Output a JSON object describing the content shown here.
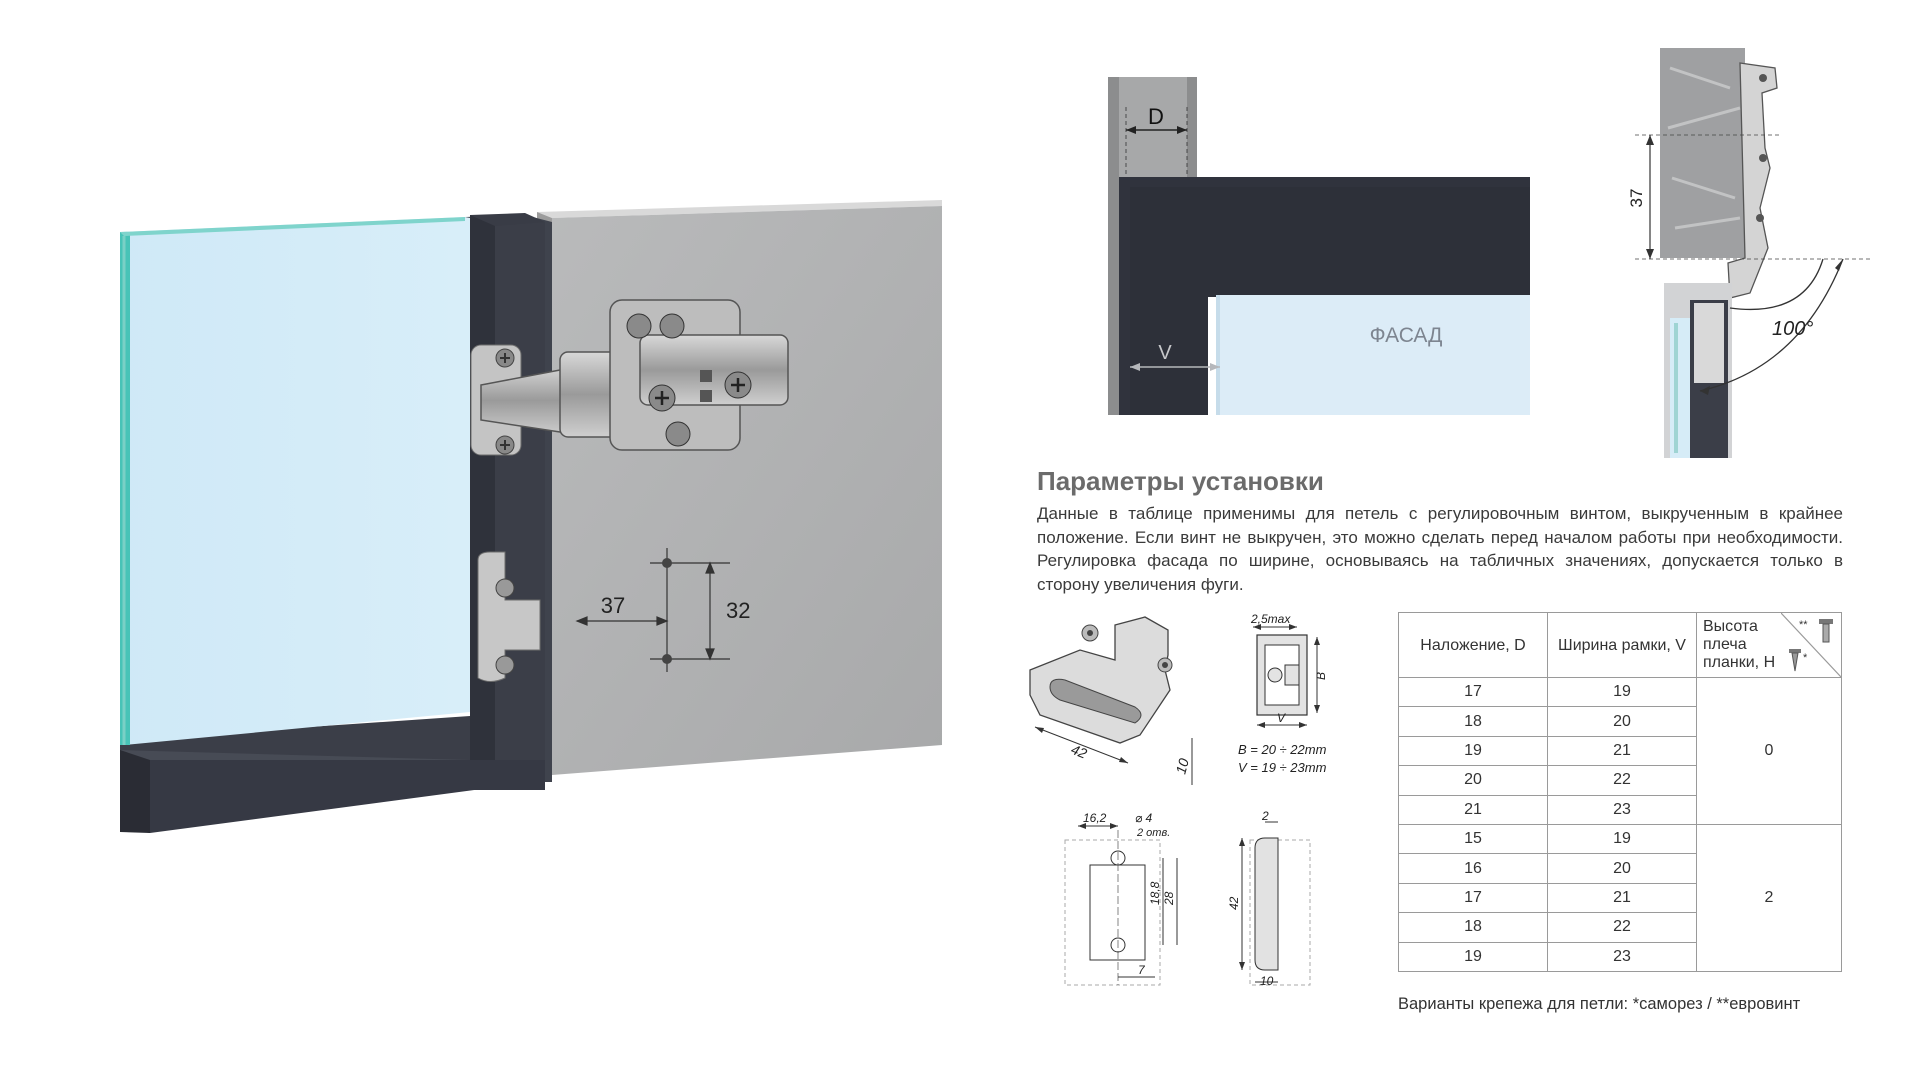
{
  "left_illustration": {
    "dim_horizontal": "37",
    "dim_vertical": "32"
  },
  "section_diagram": {
    "label_d": "D",
    "label_v": "V",
    "label_facade": "ФАСАД"
  },
  "angle_diagram": {
    "dim_height": "37",
    "angle": "100°"
  },
  "parameters": {
    "title": "Параметры установки",
    "description": "Данные в таблице применимы для петель с регулировочным винтом, выкрученным в крайнее положение. Если винт не выкручен, это можно сделать перед началом работы при необходимости. Регулировка фасада по ширине, основываясь на табличных значениях, допускается только в сторону увеличения фуги."
  },
  "plate_drawing": {
    "dim_42": "42",
    "dim_10": "10"
  },
  "profile_drawing": {
    "dim_top": "2,5max",
    "dim_b": "B",
    "dim_v": "V",
    "range_b": "B = 20 ÷ 22mm",
    "range_v": "V = 19 ÷ 23mm"
  },
  "holes_drawing": {
    "dim_16_2": "16,2",
    "dim_hole": "⌀ 4",
    "dim_holes_count": "2 отв.",
    "dim_18_8": "18,8",
    "dim_28": "28",
    "dim_7": "7"
  },
  "side_drawing": {
    "dim_2": "2",
    "dim_42": "42",
    "dim_10": "10"
  },
  "table": {
    "headers": [
      "Наложение, D",
      "Ширина рамки, V",
      "Высота плеча планки, H"
    ],
    "header_markers": [
      "**",
      "*"
    ],
    "groups": [
      {
        "h": "0",
        "rows": [
          [
            "17",
            "19"
          ],
          [
            "18",
            "20"
          ],
          [
            "19",
            "21"
          ],
          [
            "20",
            "22"
          ],
          [
            "21",
            "23"
          ]
        ]
      },
      {
        "h": "2",
        "rows": [
          [
            "15",
            "19"
          ],
          [
            "16",
            "20"
          ],
          [
            "17",
            "21"
          ],
          [
            "18",
            "22"
          ],
          [
            "19",
            "23"
          ]
        ]
      }
    ]
  },
  "footer": {
    "fastener_note": "Варианты крепежа для петли: *саморез / **евровинт"
  }
}
